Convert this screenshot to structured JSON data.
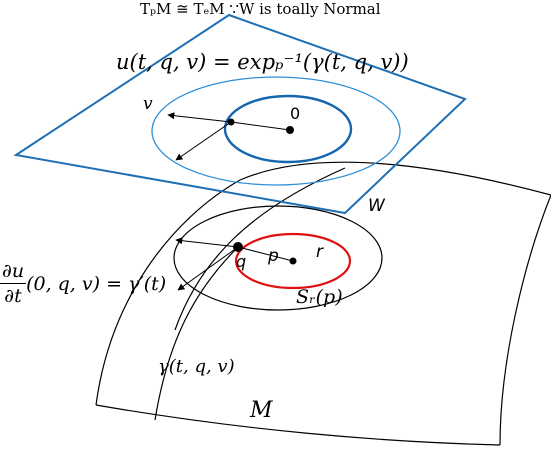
{
  "caption": {
    "text": "TₚM ≅ TₑM  ∵W is toally Normal"
  },
  "labels": {
    "u_definition": "u(t, q, v) = expₚ⁻¹(γ(t, q, v))",
    "v": "v",
    "zero": "0",
    "W": "W",
    "q": "q",
    "p": "p",
    "r": "r",
    "sphere": "Sᵣ(p)",
    "curve": "γ(t, q, v)",
    "manifold": "M",
    "derivative_numerator": "∂u",
    "derivative_denominator": "∂t",
    "derivative_rest": "(0, q, v) = γ′(t)"
  },
  "colors": {
    "tangent_plane": "#1f6fb5",
    "tangent_circle_outer": "#2f8fd8",
    "tangent_circle_inner": "#1565b0",
    "sphere_red": "#e01010",
    "ink": "#000000",
    "background": "#ffffff"
  }
}
